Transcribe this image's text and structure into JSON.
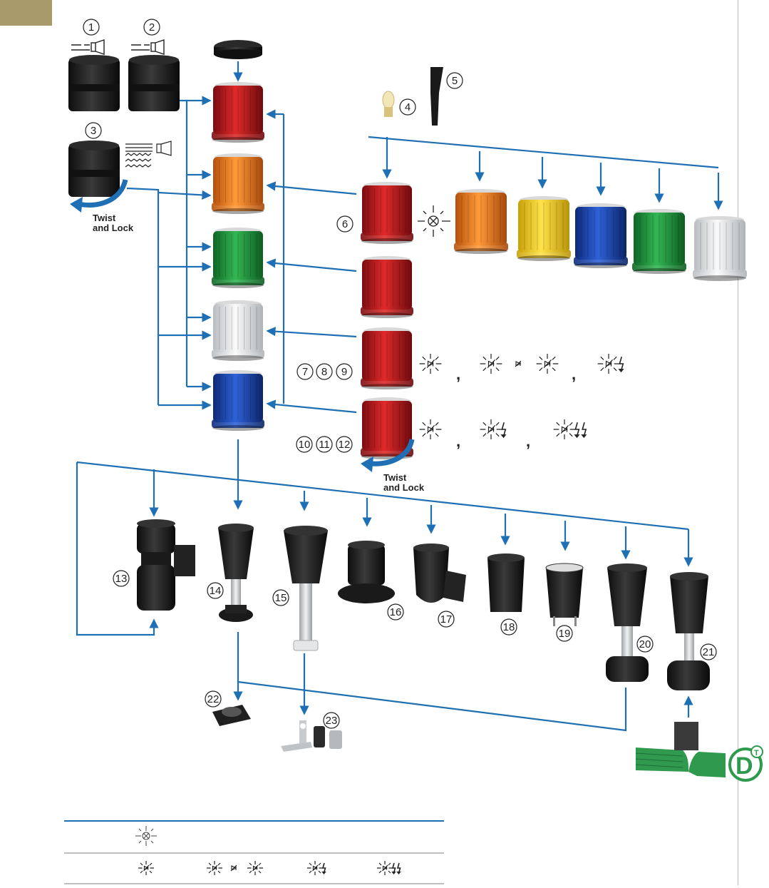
{
  "part_numbers": [
    "1",
    "2",
    "3",
    "4",
    "5",
    "6",
    "7",
    "8",
    "9",
    "10",
    "11",
    "12",
    "13",
    "14",
    "15",
    "16",
    "17",
    "18",
    "19",
    "20",
    "21",
    "22",
    "23"
  ],
  "twist_lock": {
    "line1": "Twist",
    "line2": "and Lock"
  },
  "separator": ",",
  "colors": {
    "flow": "#1f6fb5",
    "red": "#c8161d",
    "orange": "#f07a14",
    "yellow": "#f4d21a",
    "blue": "#1843b0",
    "green": "#1f9a3a",
    "clear": "#e6e8ea",
    "housing": "#1d1d1d",
    "corner_tab": "#a99a6b",
    "cable": "#2f9a4e"
  },
  "icons": {
    "horn": "horn-icon",
    "incandescent_lamp": "lamp-cross-icon",
    "led": "led-icon",
    "led_blink": "led-blink-icon",
    "led_flash": "led-single-flash-icon",
    "led_double_flash": "led-double-flash-icon",
    "asi_logo": "asi-logo-icon"
  },
  "asi_logo_text": {
    "main": "D",
    "sup": "T"
  }
}
